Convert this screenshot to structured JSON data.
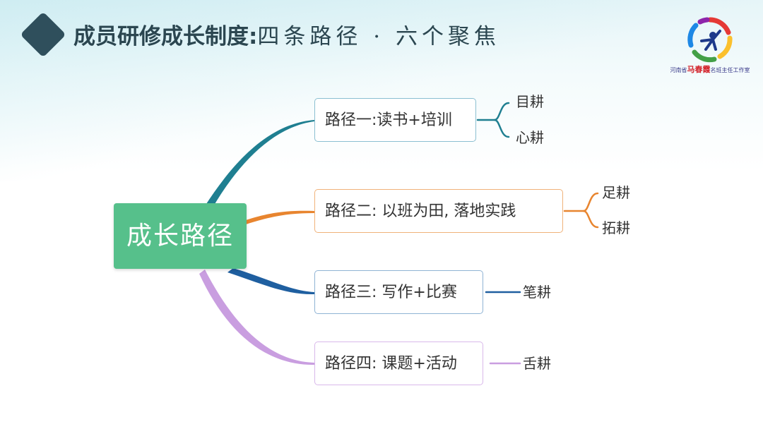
{
  "header": {
    "title_bold": "成员研修成长制度:",
    "title_light": "四条路径 · 六个聚焦"
  },
  "logo": {
    "prefix": "河南省",
    "name": "马春霞",
    "suffix": "名班主任工作室"
  },
  "mindmap": {
    "center": "成长路径",
    "branches": [
      {
        "label": "路径一:读书+培训",
        "color": "#1f7f91",
        "leaves": [
          "目耕",
          "心耕"
        ]
      },
      {
        "label": "路径二: 以班为田, 落地实践",
        "color": "#e8852f",
        "leaves": [
          "足耕",
          "拓耕"
        ]
      },
      {
        "label": "路径三: 写作+比赛",
        "color": "#1f5fa0",
        "leaves": [
          "笔耕"
        ]
      },
      {
        "label": "路径四: 课题+活动",
        "color": "#c99ee0",
        "leaves": [
          "舌耕"
        ]
      }
    ]
  },
  "colors": {
    "center_fill": "#56c08b",
    "title_dark": "#2b4650"
  }
}
